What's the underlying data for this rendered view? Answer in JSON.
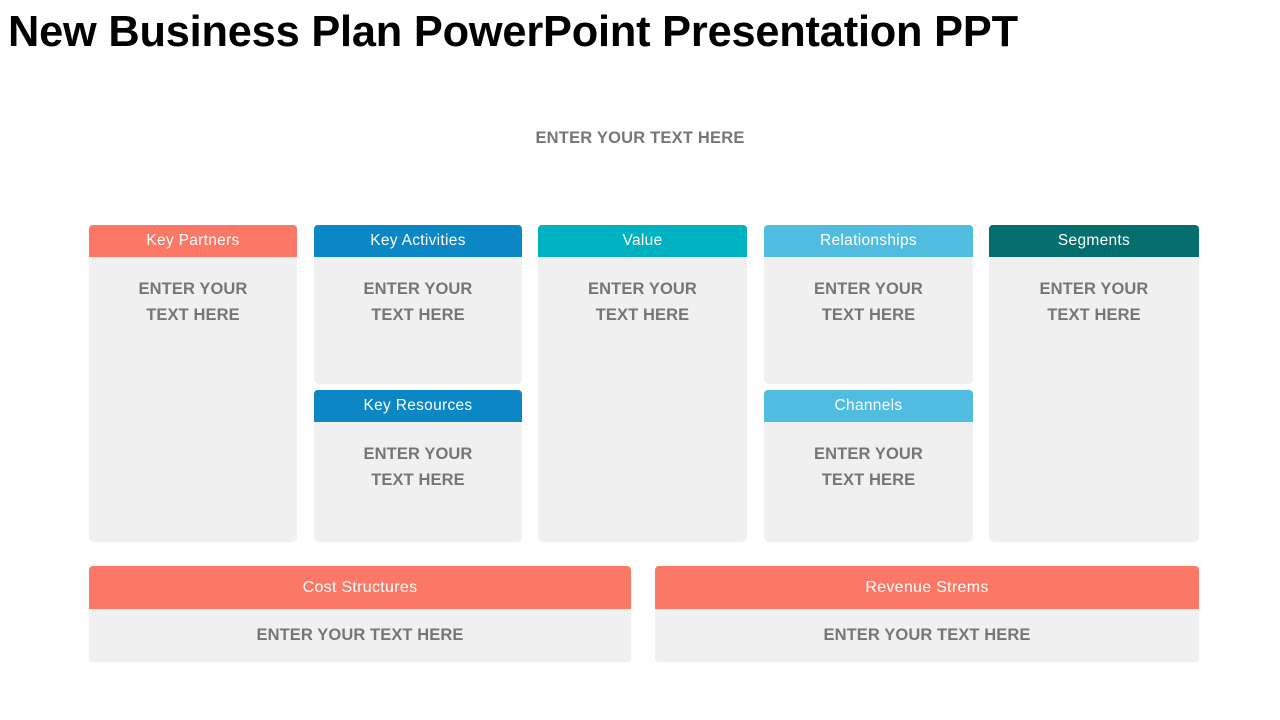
{
  "slide": {
    "title": "New Business Plan PowerPoint Presentation PPT",
    "subtitle": "ENTER YOUR TEXT HERE",
    "placeholder_text": "ENTER YOUR\nTEXT HERE",
    "placeholder_inline": "ENTER YOUR TEXT HERE",
    "background": "#ffffff",
    "body_panel_color": "#f0f0f0",
    "body_text_color": "#767676"
  },
  "canvas": {
    "columns": [
      {
        "key": "key-partners",
        "blocks": [
          {
            "header": "Key Partners",
            "header_color": "#fa7865",
            "body": "ENTER YOUR TEXT HERE"
          }
        ]
      },
      {
        "key": "key-activities",
        "blocks": [
          {
            "header": "Key Activities",
            "header_color": "#0a87c4",
            "body": "ENTER YOUR TEXT HERE"
          },
          {
            "header": "Key Resources",
            "header_color": "#0a87c4",
            "body": "ENTER YOUR TEXT HERE"
          }
        ]
      },
      {
        "key": "value",
        "blocks": [
          {
            "header": "Value",
            "header_color": "#00b2c2",
            "body": "ENTER YOUR TEXT HERE"
          }
        ]
      },
      {
        "key": "relationships",
        "blocks": [
          {
            "header": "Relationships",
            "header_color": "#4fbce0",
            "body": "ENTER YOUR TEXT HERE"
          },
          {
            "header": "Channels",
            "header_color": "#4fbce0",
            "body": "ENTER YOUR TEXT HERE"
          }
        ]
      },
      {
        "key": "segments",
        "blocks": [
          {
            "header": "Segments",
            "header_color": "#046e6e",
            "body": "ENTER YOUR TEXT HERE"
          }
        ]
      }
    ]
  },
  "bottom": {
    "bars": [
      {
        "key": "cost-structures",
        "header": "Cost Structures",
        "header_color": "#fa7865",
        "body": "ENTER YOUR TEXT HERE"
      },
      {
        "key": "revenue-strems",
        "header": "Revenue Strems",
        "header_color": "#fa7865",
        "body": "ENTER YOUR TEXT HERE"
      }
    ]
  }
}
